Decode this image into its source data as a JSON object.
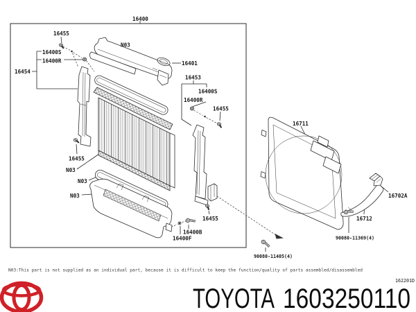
{
  "diagram": {
    "assembly_label": "16400",
    "labels": {
      "l16400": "16400",
      "l16455_top": "16455",
      "l16400S_left": "16400S",
      "l16400R_left": "16400R",
      "l16454": "16454",
      "n03_tank_top": "N03",
      "l16401": "16401",
      "l16453": "16453",
      "l16400S_right": "16400S",
      "l16400R_right": "16400R",
      "l16455_right": "16455",
      "l16455_left": "16455",
      "n03_core": "N03",
      "n03_gasket": "N03",
      "n03_tank_bottom": "N03",
      "l16455_drain": "16455",
      "l16400B": "16400B",
      "l16400F": "16400F",
      "l16711": "16711",
      "l16702A": "16702A",
      "l16712": "16712",
      "l90080_11369": "90080-11369(4)",
      "l90080_11405": "90080-11405(4)"
    },
    "ref_code": "162201D"
  },
  "note": "N03:This part is not supplied as an individual part, because it is difficult to keep the function/quality of parts assembled/disassembled",
  "footer": {
    "brand": "TOYOTA",
    "part_number": "1603250110"
  },
  "colors": {
    "line": "#2b2b2b",
    "brand_red": "#cf2127",
    "text": "#0d0d0d"
  }
}
